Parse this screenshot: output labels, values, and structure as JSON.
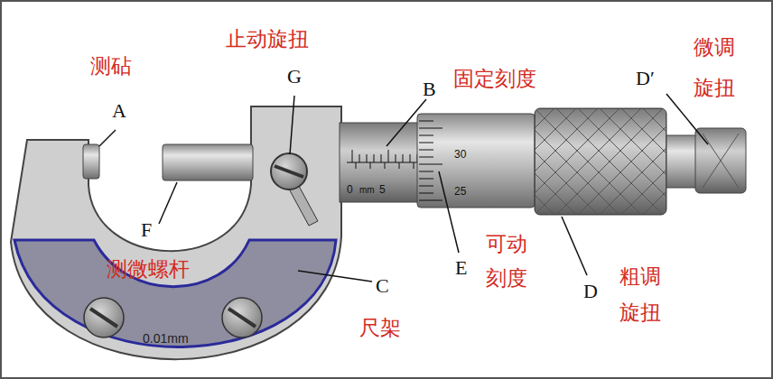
{
  "diagram": {
    "labels": [
      "测砧",
      "A",
      "止动旋扭",
      "G",
      "固定刻度",
      "B",
      "微调 旋扭",
      "D′",
      "可动 刻度",
      "E",
      "粗调 旋扭",
      "D",
      "测微螺杆",
      "F",
      "C",
      "尺架",
      "30",
      "25",
      "0",
      "mm",
      "5",
      "0.01mm"
    ]
  }
}
